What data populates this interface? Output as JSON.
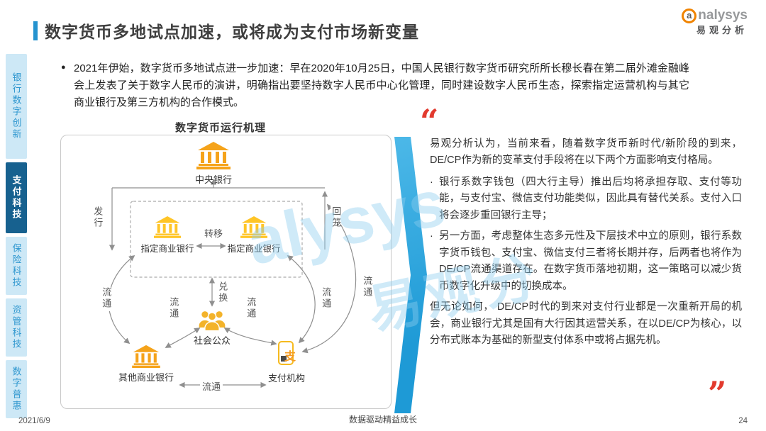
{
  "header": {
    "title": "数字货币多地试点加速，或将成为支付市场新变量"
  },
  "logo": {
    "brand_a": "a",
    "brand_rest": "nalysys",
    "cn": "易观分析"
  },
  "sidebar": {
    "items": [
      {
        "label": "银行数字创新",
        "active": false
      },
      {
        "label": "支付科技",
        "active": true
      },
      {
        "label": "保险科技",
        "active": false
      },
      {
        "label": "资管科技",
        "active": false
      },
      {
        "label": "数字普惠",
        "active": false
      }
    ]
  },
  "intro": {
    "marker": "●",
    "text": "2021年伊始，数字货币多地试点进一步加速：早在2020年10月25日，中国人民银行数字货币研究所所长穆长春在第二届外滩金融峰会上发表了关于数字人民币的演讲，明确指出要坚持数字人民币中心化管理，同时建设数字人民币生态，探索指定运营机构与其它商业银行及第三方机构的合作模式。"
  },
  "diagram": {
    "title": "数字货币运行机理",
    "nodes": {
      "central_bank": "中央银行",
      "designated_bank": "指定商业银行",
      "public": "社会公众",
      "other_bank": "其他商业银行",
      "payment_org": "支付机构"
    },
    "edges": {
      "issue": "发行",
      "recall": "回笼",
      "transfer": "转移",
      "exchange": "兑换",
      "circulate": "流通"
    },
    "payment_icon_char": "支"
  },
  "analysis": {
    "open_quote": "“",
    "close_quote": "”",
    "marker": "·",
    "intro": "易观分析认为，当前来看，随着数字货币新时代/新阶段的到来，DE/CP作为新的变革支付手段将在以下两个方面影响支付格局。",
    "bullets": [
      "银行系数字钱包（四大行主导）推出后均将承担存取、支付等功能，与支付宝、微信支付功能类似，因此具有替代关系。支付入口将会逐步重回银行主导；",
      "另一方面，考虑整体生态多元性及下层技术中立的原则，银行系数字货币钱包、支付宝、微信支付三者将长期并存，后两者也将作为DE/CP流通渠道存在。在数字货币落地初期，这一策略可以减少货币数字化升级中的切换成本。"
    ],
    "conclusion": "但无论如何， DE/CP时代的到来对支付行业都是一次重新开局的机会，商业银行尤其是国有大行因其运营关系，在以DE/CP为核心，以分布式账本为基础的新型支付体系中或将占据先机。"
  },
  "watermark": {
    "part1": "alysys",
    "part2": "易观分"
  },
  "footer": {
    "date": "2021/6/9",
    "slogan": "数据驱动精益成长",
    "page": "24"
  },
  "colors": {
    "accent": "#2593CF",
    "active_tab": "#17618F",
    "tab_bg": "#CDE8F6",
    "bank_orange": "#F5A31A",
    "bank_yellow": "#FFC527",
    "quote_red": "#E23A2E",
    "chevron_blue": "#2AA7E0"
  }
}
